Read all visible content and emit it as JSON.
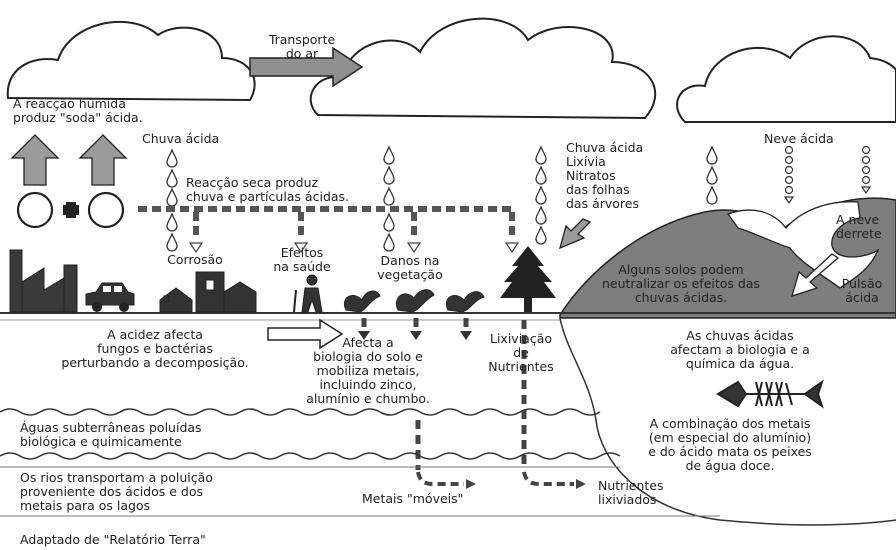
{
  "labels": {
    "transport": "Transporte\ndo ar",
    "humid_reaction": "A reacção húmida\nproduz \"soda\" ácida.",
    "acid_rain_left": "Chuva ácida",
    "dry_reaction": "Reacção seca produz\nchuva e partículas ácidas.",
    "acid_rain_right": "Chuva ácida\nLixívia\nNitratos\ndas folhas\ndas árvores",
    "acid_snow": "Neve ácida",
    "snow_melts": "A neve\nderrete",
    "corrosion": "Corrosão",
    "health": "Efeitos\nna saúde",
    "vegetation": "Danos na\nvegetação",
    "soils": "Alguns solos podem\nneutralizar os efeitos das\nchuvas ácidas.",
    "pulse": "Pulsão\nácida",
    "fungi": "A acidez afecta\nfungos e bactérias\nperturbando a decomposição.",
    "soil_biology": "Afecta a\nbiologia do solo e\nmobiliza metais,\nincluindo zinco,\nalumínio e chumbo.",
    "leaching": "Lixiviação\nde\nNutrientes",
    "lake": "As chuvas ácidas\nafectam a biologia e a\nquímica da água.",
    "groundwater": "Águas subterrâneas poluídas\nbiológica e quimicamente",
    "metals_fish": "A combinação dos metais\n(em especial do alumínio)\ne do ácido mata os peixes\nde água doce.",
    "rivers": "Os rios transportam a poluição\nproveniente dos ácidos e dos\nmetais para os lagos",
    "mobile_metals": "Metais \"móveis\"",
    "leached_nutrients": "Nutrientes\nlixiviados",
    "source": "Adaptado de \"Relatório Terra\""
  },
  "icons": [
    "cloud-icon",
    "factory-icon",
    "car-icon",
    "house-icon",
    "church-icon",
    "person-icon",
    "plant-icon",
    "tree-icon",
    "fish-skeleton-icon",
    "arrow-icon",
    "raindrop-icon",
    "snowflake-icon"
  ]
}
